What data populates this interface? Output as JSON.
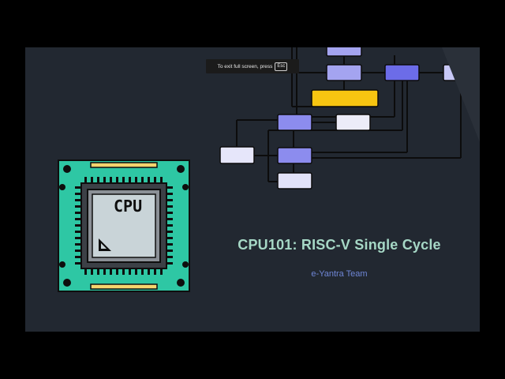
{
  "slide": {
    "title": "CPU101: RISC-V Single Cycle",
    "subtitle": "e-Yantra Team",
    "colors": {
      "background": "#222831",
      "title": "#a6d8c6",
      "subtitle": "#6f86d6",
      "chip_board": "#2ec7a4",
      "highlight_block": "#f7c511",
      "block_light": "#e6e6fa",
      "block_medium": "#a4a4f0",
      "block_dark": "#6c6ce8"
    }
  },
  "chip": {
    "label": "CPU",
    "icon": "cpu-chip-icon"
  },
  "fullscreen_notice": {
    "text": "To exit full screen, press",
    "key": "Esc"
  }
}
